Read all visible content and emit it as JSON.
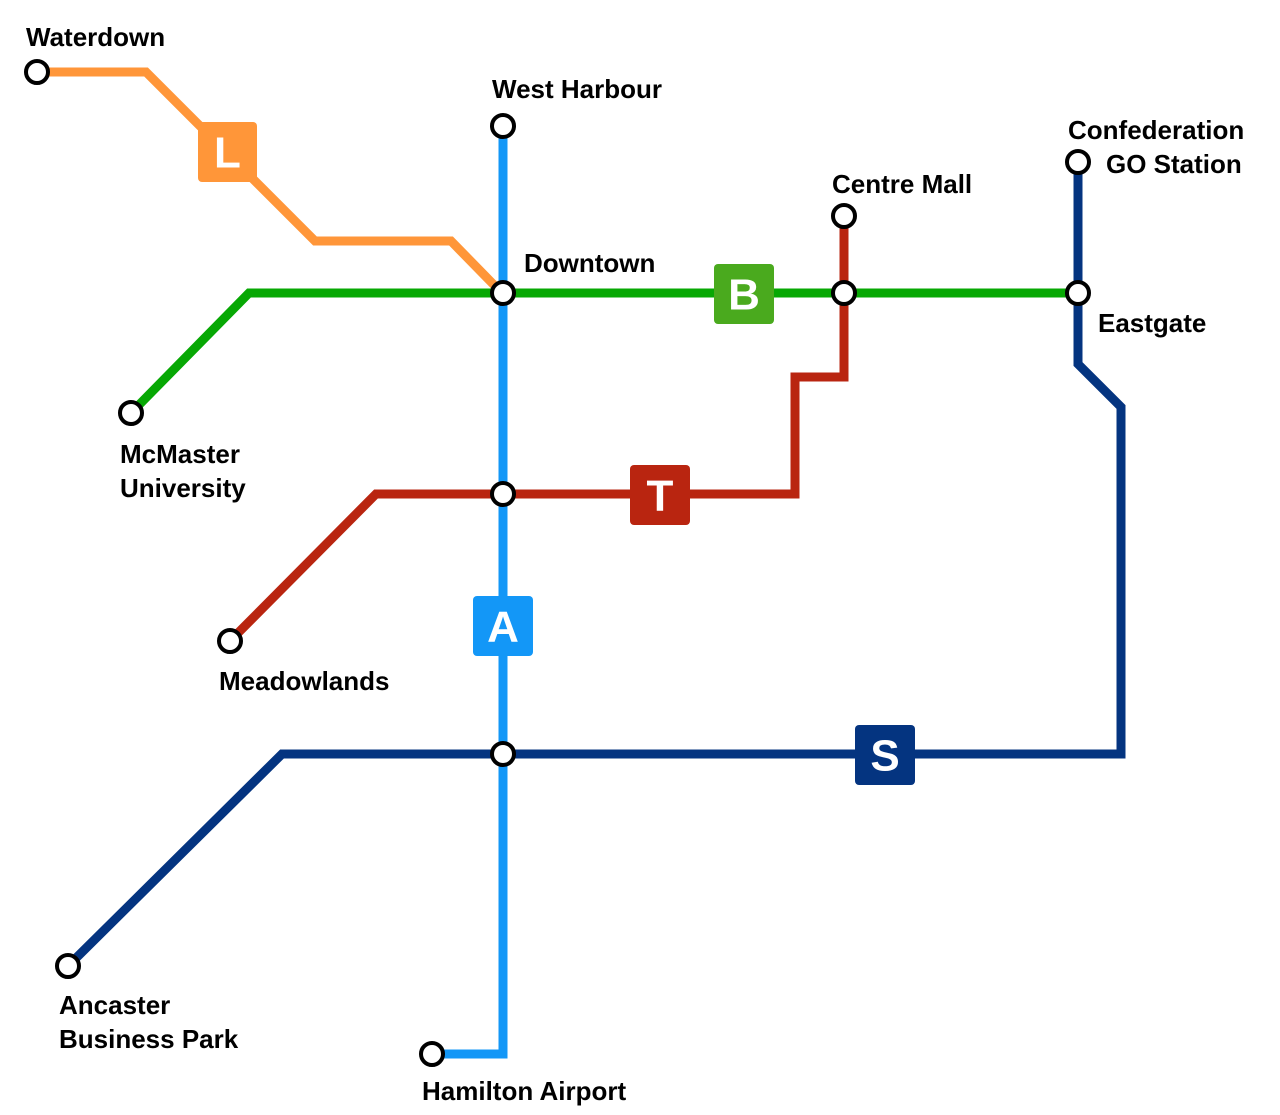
{
  "lines": {
    "L": {
      "letter": "L",
      "color": "#FF9639"
    },
    "A": {
      "letter": "A",
      "color": "#1397F7"
    },
    "B": {
      "letter": "B",
      "color": "#4AAA1E",
      "line_color": "#07A804"
    },
    "T": {
      "letter": "T",
      "color": "#B92510"
    },
    "S": {
      "letter": "S",
      "color": "#043480"
    }
  },
  "stations": {
    "waterdown": {
      "lines": [
        "Waterdown"
      ]
    },
    "west_harbour": {
      "lines": [
        "West Harbour"
      ]
    },
    "confederation": {
      "lines": [
        "Confederation",
        "GO Station"
      ]
    },
    "centre_mall": {
      "lines": [
        "Centre Mall"
      ]
    },
    "downtown": {
      "lines": [
        "Downtown"
      ]
    },
    "eastgate": {
      "lines": [
        "Eastgate"
      ]
    },
    "mcmaster": {
      "lines": [
        "McMaster",
        "University"
      ]
    },
    "meadowlands": {
      "lines": [
        "Meadowlands"
      ]
    },
    "ancaster": {
      "lines": [
        "Ancaster",
        "Business Park"
      ]
    },
    "hamilton_airport": {
      "lines": [
        "Hamilton Airport"
      ]
    },
    "t_junction": {
      "lines": []
    },
    "s_junction": {
      "lines": []
    }
  }
}
